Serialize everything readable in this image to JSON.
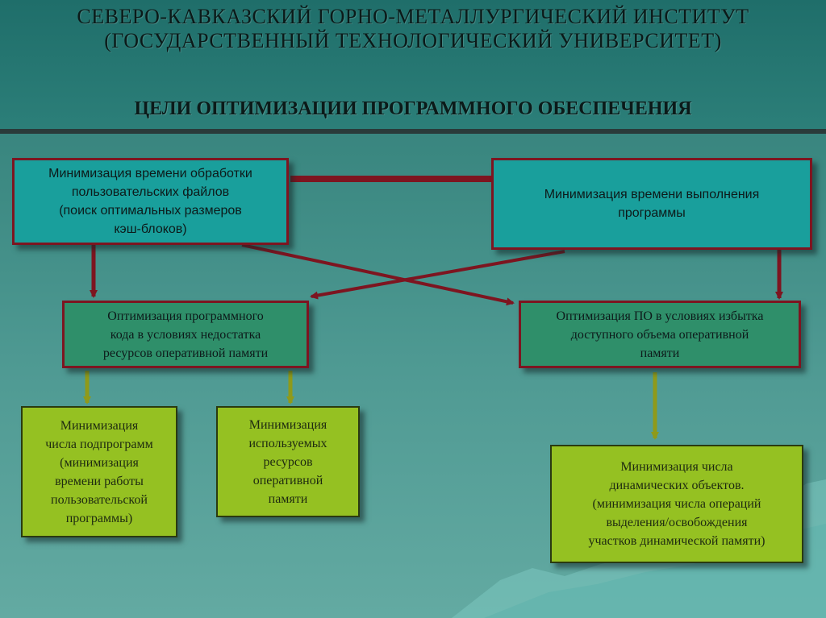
{
  "header": {
    "institute_line1": "СЕВЕРО-КАВКАЗСКИЙ ГОРНО-МЕТАЛЛУРГИЧЕСКИЙ ИНСТИТУТ",
    "institute_line2": "(ГОСУДАРСТВЕННЫЙ ТЕХНОЛОГИЧЕСКИЙ УНИВЕРСИТЕТ)",
    "title": "ЦЕЛИ ОПТИМИЗАЦИИ ПРОГРАММНОГО ОБЕСПЕЧЕНИЯ"
  },
  "goals": {
    "left": "Минимизация времени обработки\nпользовательских файлов\n(поиск оптимальных размеров\nкэш-блоков)",
    "right": "Минимизация времени выполнения\nпрограммы"
  },
  "strategies": {
    "low_memory": "Оптимизация программного\nкода в условиях недостатка\nресурсов оперативной памяти",
    "excess_memory": "Оптимизация ПО в условиях избытка\nдоступного объема оперативной\nпамяти"
  },
  "methods": {
    "subprograms": "Минимизация\nчисла подпрограмм\n(минимизация\nвремени работы\nпользовательской\nпрограммы)",
    "resources": "Минимизация\nиспользуемых\nресурсов\nоперативной\nпамяти",
    "dynamic_objects": "Минимизация числа\nдинамических объектов.\n(минимизация числа операций\nвыделения/освобождения\nучастков динамической памяти)"
  },
  "colors": {
    "goal_fill": "#199f9c",
    "strategy_fill": "#2f8f6a",
    "method_fill": "#95c122",
    "border_red": "#7d1520",
    "arrow_olive": "#8f9a1a"
  }
}
